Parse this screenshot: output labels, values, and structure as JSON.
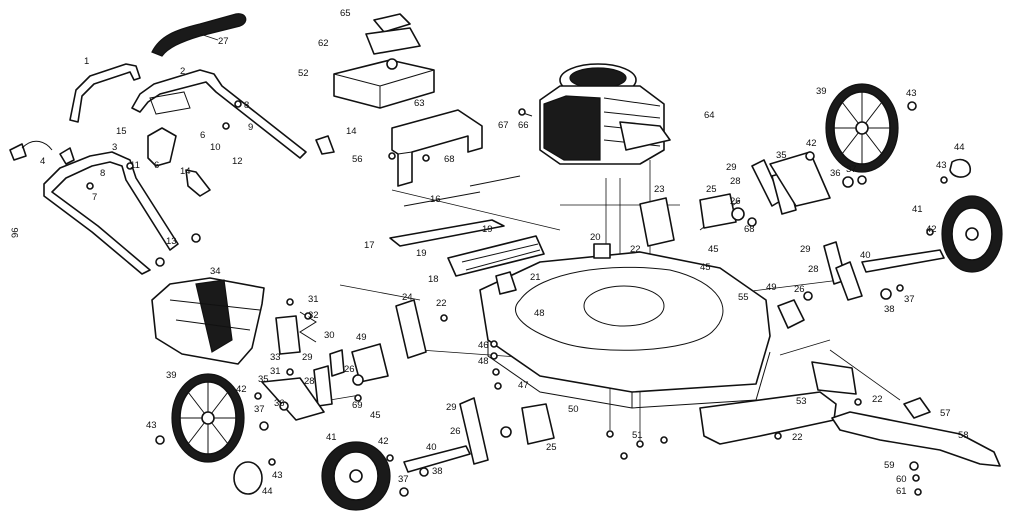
{
  "side_mark": "96",
  "labels": [
    {
      "id": "l65",
      "text": "65"
    },
    {
      "id": "l62",
      "text": "62"
    },
    {
      "id": "l27",
      "text": "27"
    },
    {
      "id": "l52",
      "text": "52"
    },
    {
      "id": "l63",
      "text": "63"
    },
    {
      "id": "l64",
      "text": "64"
    },
    {
      "id": "l67",
      "text": "67"
    },
    {
      "id": "l66",
      "text": "66"
    },
    {
      "id": "l56",
      "text": "56"
    },
    {
      "id": "l68a",
      "text": "68"
    },
    {
      "id": "l1",
      "text": "1"
    },
    {
      "id": "l2",
      "text": "2"
    },
    {
      "id": "l9",
      "text": "9"
    },
    {
      "id": "l8a",
      "text": "8"
    },
    {
      "id": "l15",
      "text": "15"
    },
    {
      "id": "l6a",
      "text": "6"
    },
    {
      "id": "l10",
      "text": "10"
    },
    {
      "id": "l14a",
      "text": "14"
    },
    {
      "id": "l12",
      "text": "12"
    },
    {
      "id": "l3",
      "text": "3"
    },
    {
      "id": "l4",
      "text": "4"
    },
    {
      "id": "l11",
      "text": "11"
    },
    {
      "id": "l6b",
      "text": "6"
    },
    {
      "id": "l14b",
      "text": "14"
    },
    {
      "id": "l8b",
      "text": "8"
    },
    {
      "id": "l7",
      "text": "7"
    },
    {
      "id": "l13",
      "text": "13"
    },
    {
      "id": "l16",
      "text": "16"
    },
    {
      "id": "l17",
      "text": "17"
    },
    {
      "id": "l19a",
      "text": "19"
    },
    {
      "id": "l19b",
      "text": "19"
    },
    {
      "id": "l18",
      "text": "18"
    },
    {
      "id": "l20",
      "text": "20"
    },
    {
      "id": "l22a",
      "text": "22"
    },
    {
      "id": "l23",
      "text": "23"
    },
    {
      "id": "l25a",
      "text": "25"
    },
    {
      "id": "l26a",
      "text": "26"
    },
    {
      "id": "l68b",
      "text": "68"
    },
    {
      "id": "l45a",
      "text": "45"
    },
    {
      "id": "l45b",
      "text": "45"
    },
    {
      "id": "l21",
      "text": "21"
    },
    {
      "id": "l55",
      "text": "55"
    },
    {
      "id": "l39a",
      "text": "39"
    },
    {
      "id": "l43a",
      "text": "43"
    },
    {
      "id": "l29a",
      "text": "29"
    },
    {
      "id": "l28a",
      "text": "28"
    },
    {
      "id": "l35",
      "text": "35"
    },
    {
      "id": "l42a",
      "text": "42"
    },
    {
      "id": "l36a",
      "text": "36"
    },
    {
      "id": "l37a",
      "text": "37"
    },
    {
      "id": "l44a",
      "text": "44"
    },
    {
      "id": "l43b",
      "text": "43"
    },
    {
      "id": "l41a",
      "text": "41"
    },
    {
      "id": "l42b",
      "text": "42"
    },
    {
      "id": "l29b",
      "text": "29"
    },
    {
      "id": "l28b",
      "text": "28"
    },
    {
      "id": "l40a",
      "text": "40"
    },
    {
      "id": "l38a",
      "text": "38"
    },
    {
      "id": "l37b",
      "text": "37"
    },
    {
      "id": "l49a",
      "text": "49"
    },
    {
      "id": "l26b",
      "text": "26"
    },
    {
      "id": "l34",
      "text": "34"
    },
    {
      "id": "l31a",
      "text": "31"
    },
    {
      "id": "l32",
      "text": "32"
    },
    {
      "id": "l30",
      "text": "30"
    },
    {
      "id": "l33",
      "text": "33"
    },
    {
      "id": "l31b",
      "text": "31"
    },
    {
      "id": "l24",
      "text": "24"
    },
    {
      "id": "l22b",
      "text": "22"
    },
    {
      "id": "l48a",
      "text": "48"
    },
    {
      "id": "l49b",
      "text": "49"
    },
    {
      "id": "l29c",
      "text": "29"
    },
    {
      "id": "l28c",
      "text": "28"
    },
    {
      "id": "l26c",
      "text": "26"
    },
    {
      "id": "l69",
      "text": "69"
    },
    {
      "id": "l46",
      "text": "46"
    },
    {
      "id": "l48b",
      "text": "48"
    },
    {
      "id": "l47",
      "text": "47"
    },
    {
      "id": "l39b",
      "text": "39"
    },
    {
      "id": "l42c",
      "text": "42"
    },
    {
      "id": "l35b",
      "text": "35"
    },
    {
      "id": "l37c",
      "text": "37"
    },
    {
      "id": "l36b",
      "text": "36"
    },
    {
      "id": "l45c",
      "text": "45"
    },
    {
      "id": "l43c",
      "text": "43"
    },
    {
      "id": "l29d",
      "text": "29"
    },
    {
      "id": "l26d",
      "text": "26"
    },
    {
      "id": "l25b",
      "text": "25"
    },
    {
      "id": "l50",
      "text": "50"
    },
    {
      "id": "l51",
      "text": "51"
    },
    {
      "id": "l53",
      "text": "53"
    },
    {
      "id": "l22c",
      "text": "22"
    },
    {
      "id": "l57",
      "text": "57"
    },
    {
      "id": "l22d",
      "text": "22"
    },
    {
      "id": "l58",
      "text": "58"
    },
    {
      "id": "l59",
      "text": "59"
    },
    {
      "id": "l60",
      "text": "60"
    },
    {
      "id": "l61",
      "text": "61"
    },
    {
      "id": "l41b",
      "text": "41"
    },
    {
      "id": "l42d",
      "text": "42"
    },
    {
      "id": "l40b",
      "text": "40"
    },
    {
      "id": "l38b",
      "text": "38"
    },
    {
      "id": "l37d",
      "text": "37"
    },
    {
      "id": "l43d",
      "text": "43"
    },
    {
      "id": "l44b",
      "text": "44"
    }
  ]
}
